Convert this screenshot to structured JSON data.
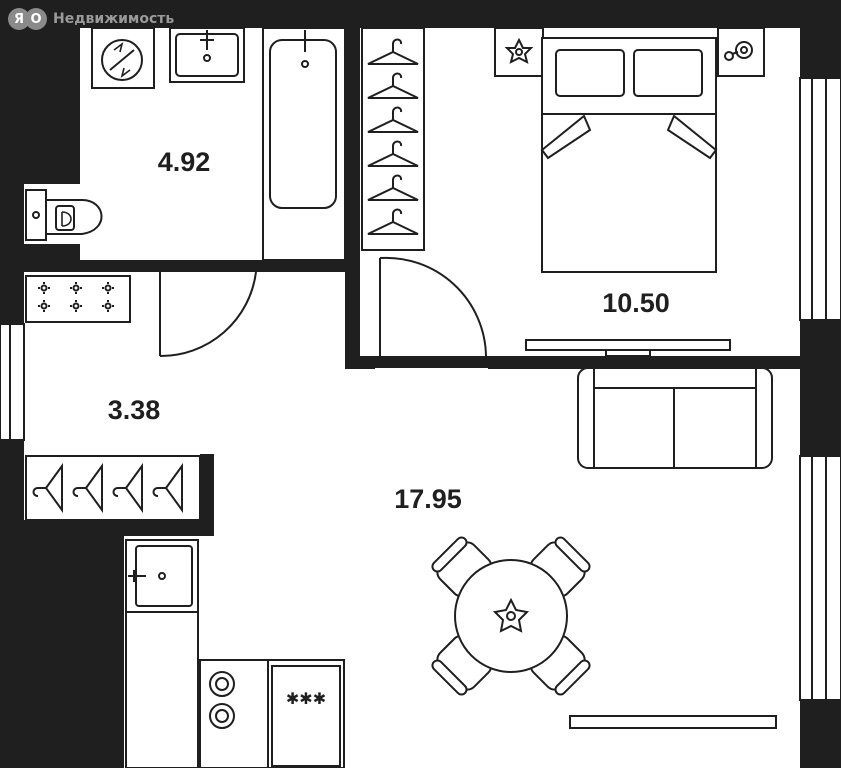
{
  "watermark": {
    "mark": "Я",
    "mark2": "О",
    "text": "Недвижимость"
  },
  "rooms": {
    "bathroom_area": "4.92",
    "bedroom_area": "10.50",
    "hallway_area": "3.38",
    "living_area": "17.95"
  },
  "appliances": {
    "fridge_label": "✱✱✱"
  },
  "colors": {
    "wall": "#1f1f1f",
    "floor": "#ffffff",
    "line": "#1f1f1f",
    "logo_gray": "#9a9a9a"
  }
}
